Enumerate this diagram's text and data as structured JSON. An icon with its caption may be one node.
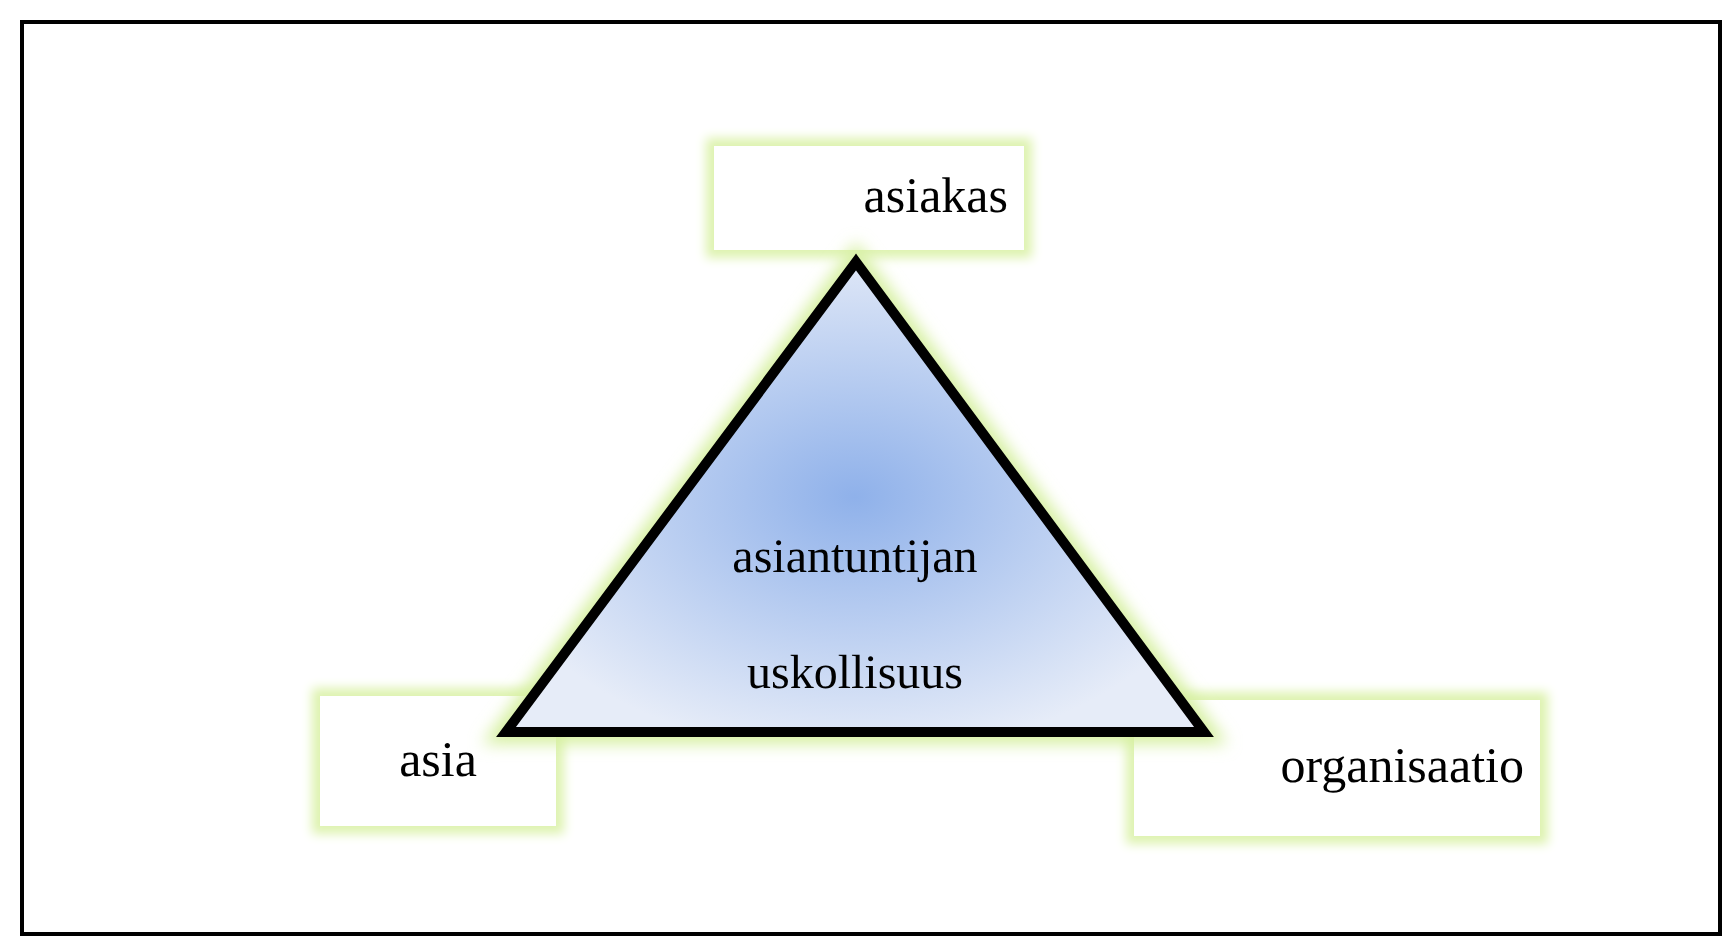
{
  "diagram": {
    "nodes": [
      {
        "text": [
          "asiakas"
        ]
      },
      {
        "text": [
          "asia"
        ]
      },
      {
        "text": [
          "organisaatio"
        ]
      },
      {
        "text": [
          "asiantuntijan uskollisuus"
        ]
      }
    ]
  }
}
